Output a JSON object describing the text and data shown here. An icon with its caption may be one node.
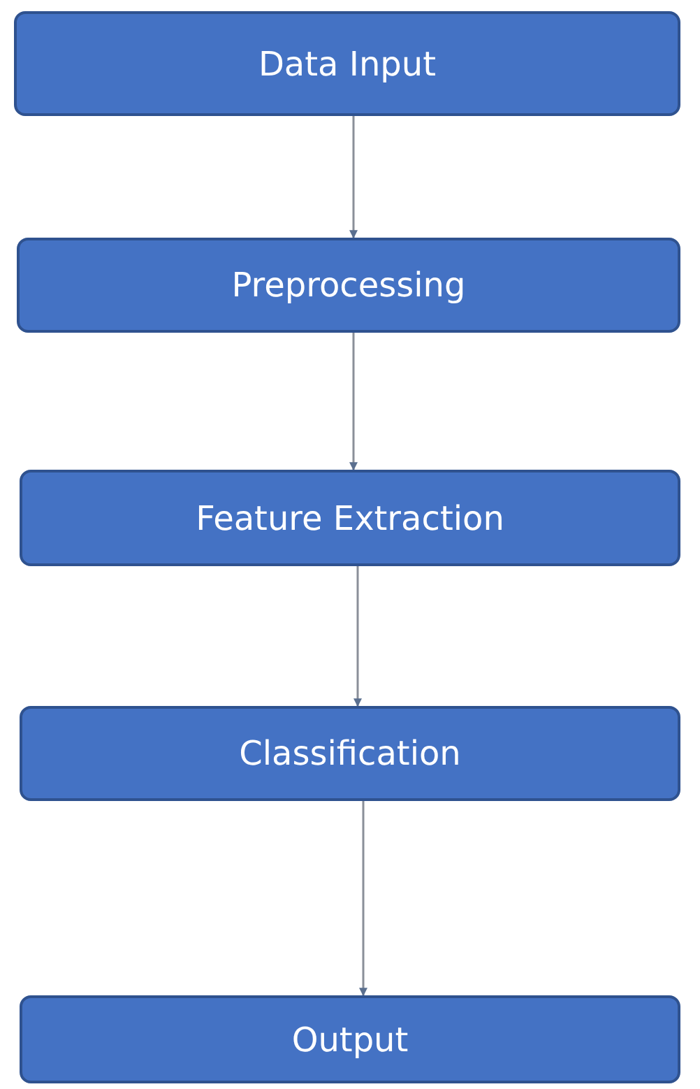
{
  "diagram": {
    "nodes": [
      {
        "text": [
          "Data Input"
        ]
      },
      {
        "text": [
          "Preprocessing"
        ]
      },
      {
        "text": [
          "Feature Extraction"
        ]
      },
      {
        "text": [
          "Classification"
        ]
      },
      {
        "text": [
          "Output"
        ]
      }
    ],
    "edges": [
      {
        "from": 0,
        "to": 1,
        "arrow": "to"
      },
      {
        "from": 1,
        "to": 2,
        "arrow": "to"
      },
      {
        "from": 2,
        "to": 3,
        "arrow": "to"
      },
      {
        "from": 3,
        "to": 4,
        "arrow": "to"
      }
    ]
  }
}
